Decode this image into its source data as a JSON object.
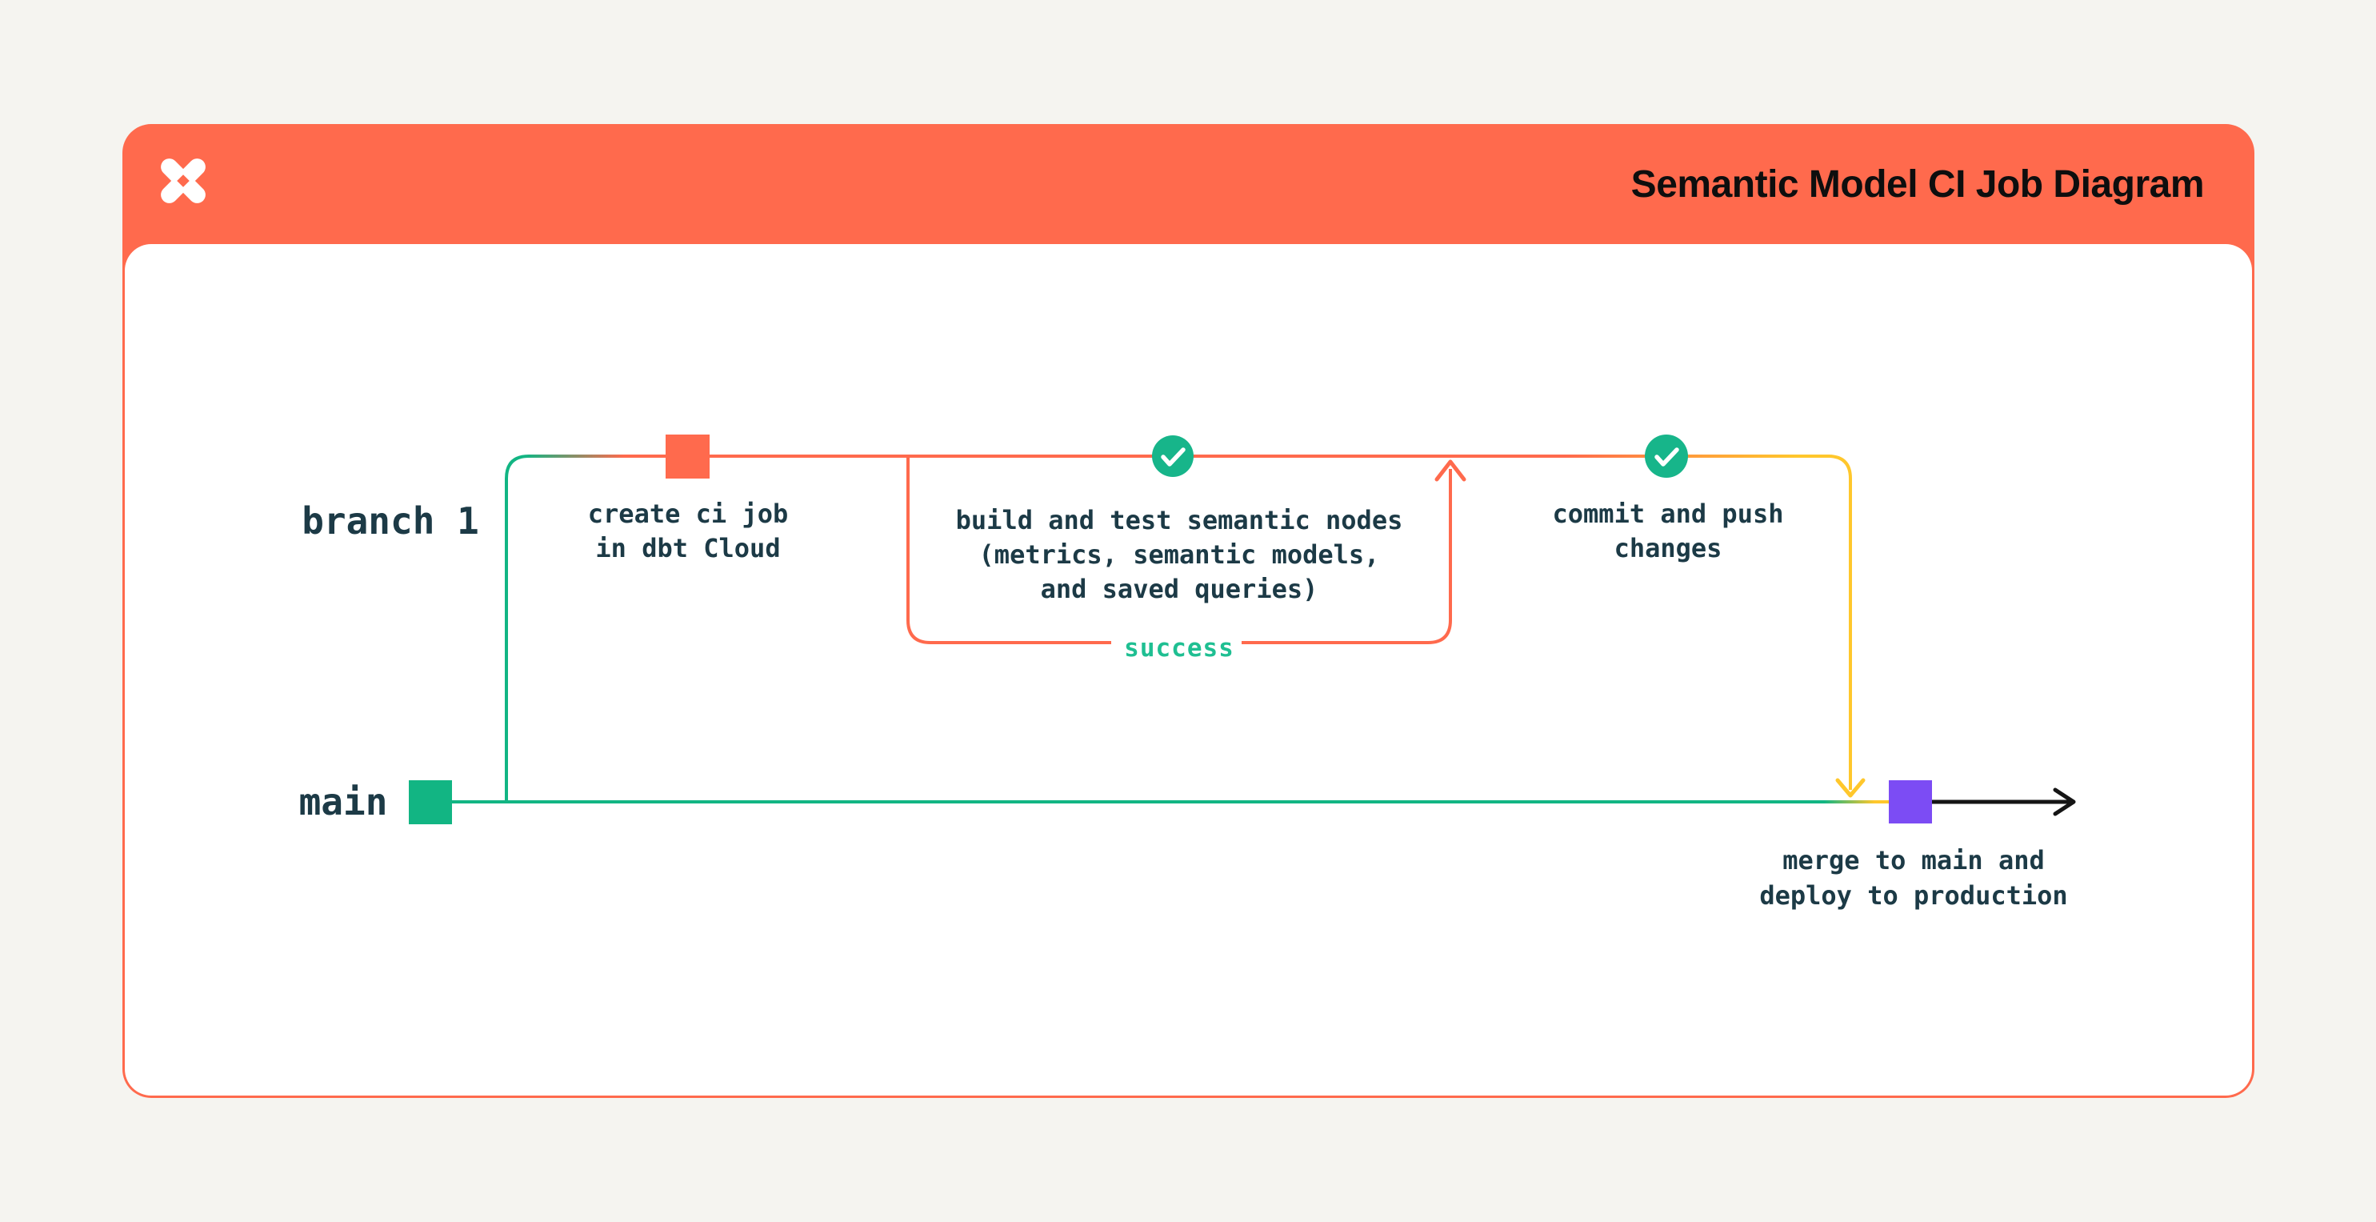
{
  "header": {
    "title": "Semantic Model CI Job Diagram",
    "logo_icon": "dbt-logo"
  },
  "diagram": {
    "branch_label": "branch 1",
    "main_label": "main",
    "nodes": {
      "create": {
        "marker": "coral-commit-square",
        "lines": [
          "create ci job",
          "in dbt Cloud"
        ]
      },
      "build": {
        "marker": "check-circle",
        "status_label": "success",
        "lines": [
          "build and test semantic nodes",
          "(metrics, semantic models,",
          "and saved queries)"
        ]
      },
      "commit": {
        "marker": "check-circle",
        "lines": [
          "commit and push",
          "changes"
        ]
      },
      "merge": {
        "marker": "purple-commit-square",
        "lines": [
          "merge to main and",
          "deploy to production"
        ]
      }
    }
  },
  "colors": {
    "page-bg": "#F5F4F0",
    "card-bg": "#FFFFFF",
    "coral": "#FF6A4D",
    "green": "#12B583",
    "green-check": "#17B58A",
    "yellow": "#FFC72C",
    "purple": "#7C4CF4",
    "black": "#151515",
    "ink": "#1C3A46",
    "title": "#0E0E0E",
    "success": "#1FBF92",
    "white": "#FFFFFF"
  }
}
